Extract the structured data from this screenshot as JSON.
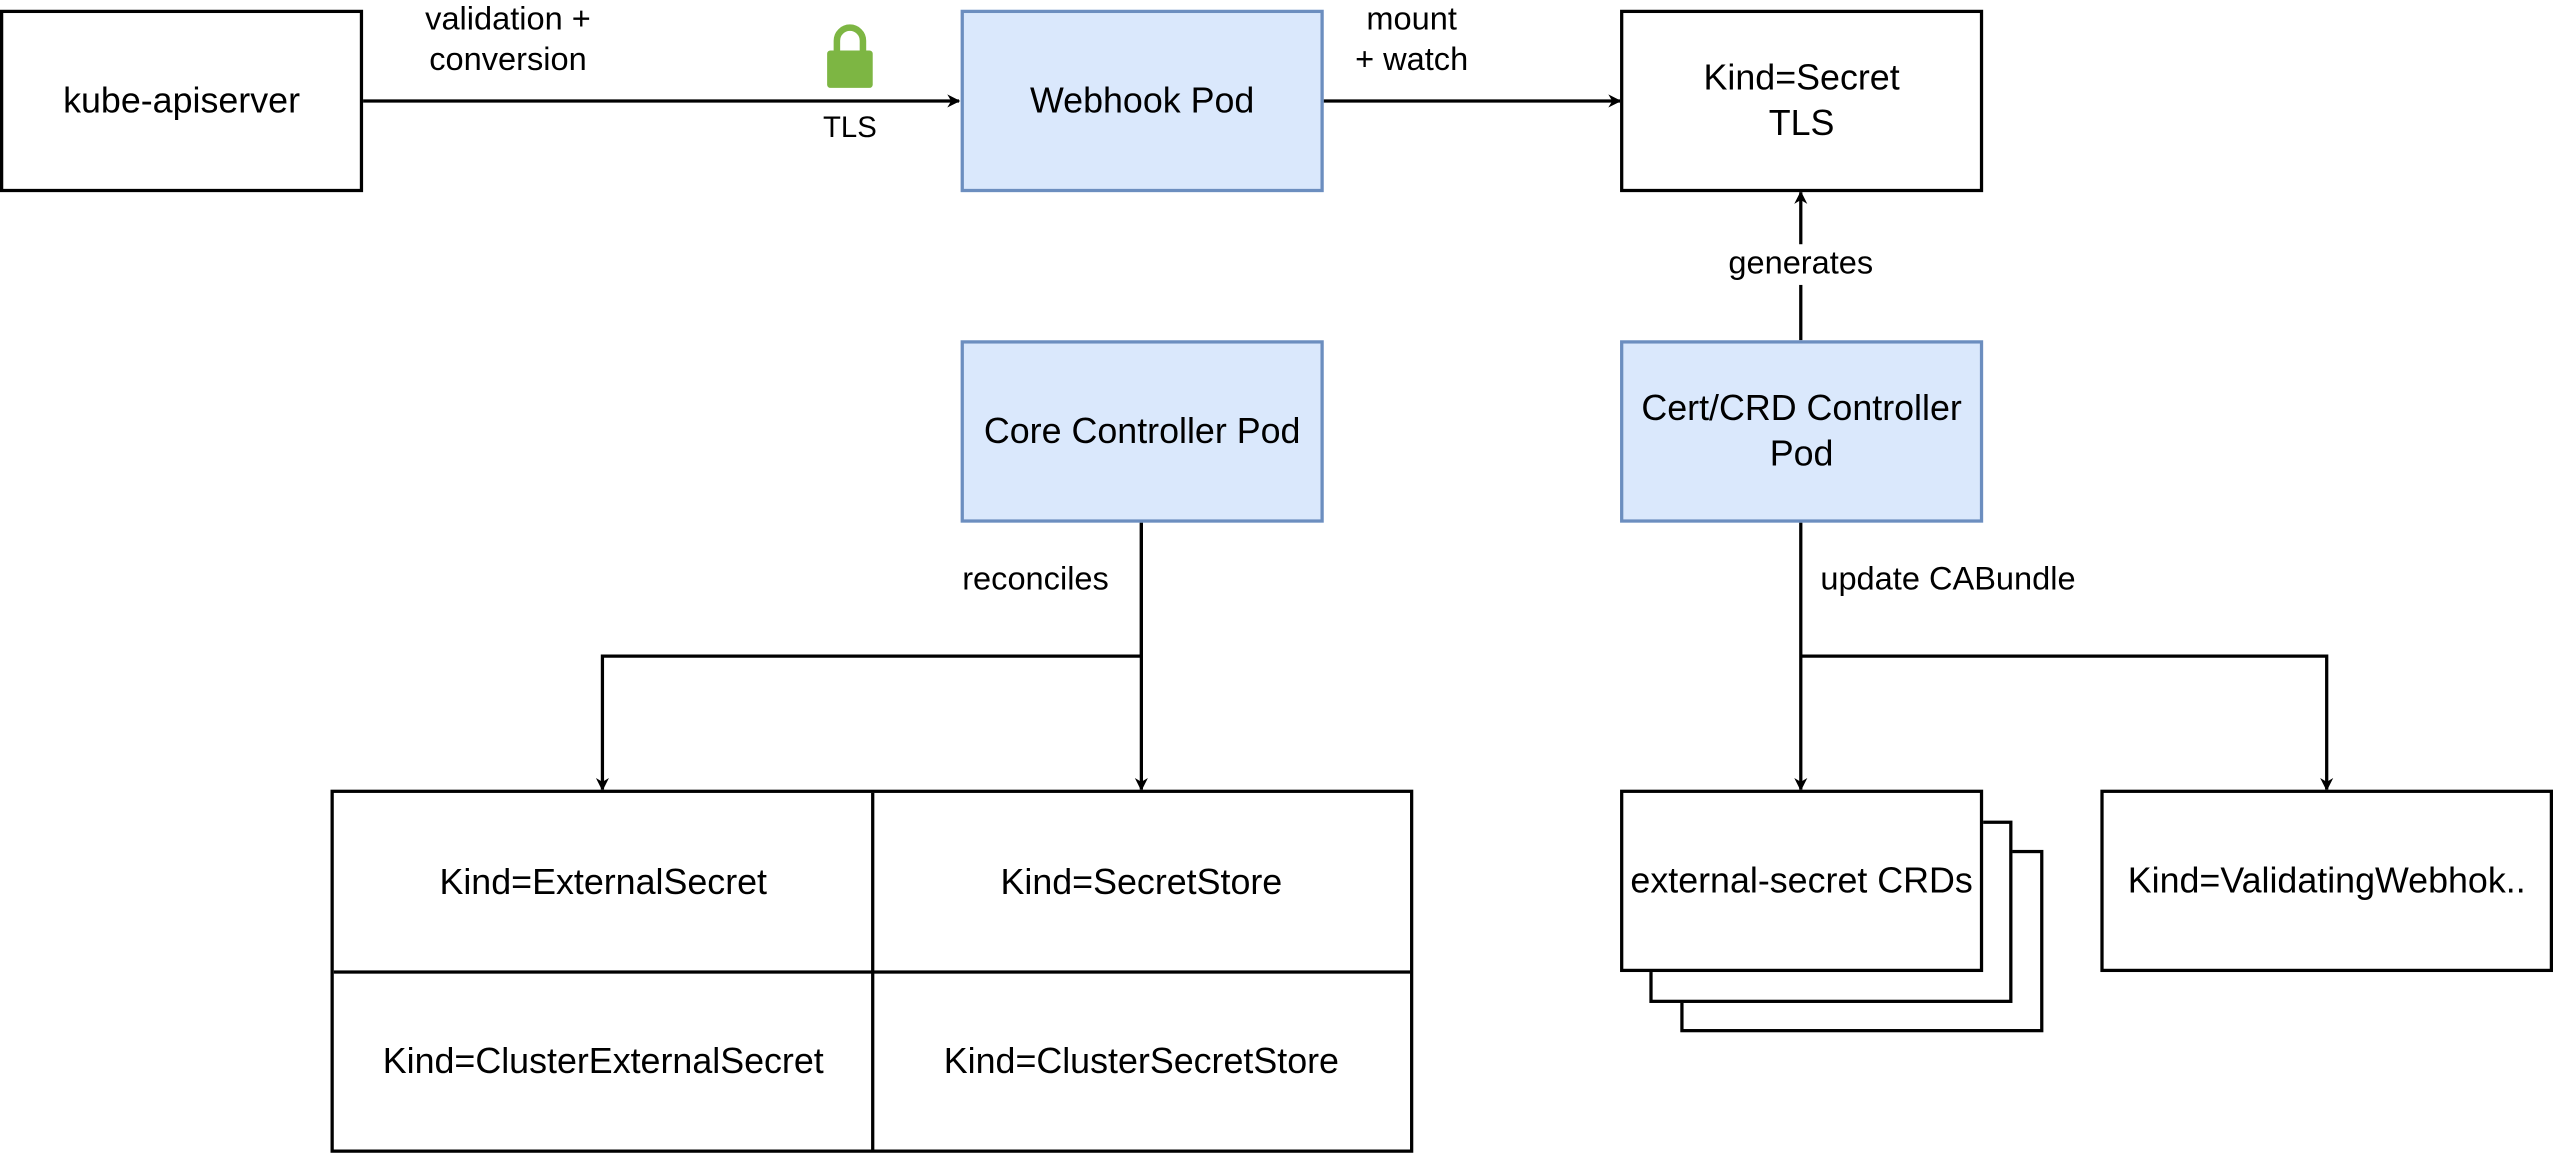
{
  "nodes": {
    "kube_apiserver": "kube-apiserver",
    "webhook_pod": "Webhook Pod",
    "secret_tls": "Kind=Secret\nTLS",
    "core_controller": "Core Controller Pod",
    "cert_controller": "Cert/CRD Controller\nPod",
    "crds": "external-secret CRDs",
    "validating_webhook": "Kind=ValidatingWebhok.."
  },
  "resource_table": {
    "cells": [
      "Kind=ExternalSecret",
      "Kind=SecretStore",
      "Kind=ClusterExternalSecret",
      "Kind=ClusterSecretStore"
    ]
  },
  "edges": {
    "validation_conversion": "validation +\nconversion",
    "tls": "TLS",
    "mount_watch": "mount\n+ watch",
    "generates": "generates",
    "reconciles": "reconciles",
    "update_cabundle": "update CABundle"
  },
  "colors": {
    "pod_fill": "#dae8fc",
    "pod_border": "#6c8ebf",
    "lock": "#7db643",
    "line": "#000000"
  },
  "icons": {
    "tls_lock": "padlock-icon"
  }
}
